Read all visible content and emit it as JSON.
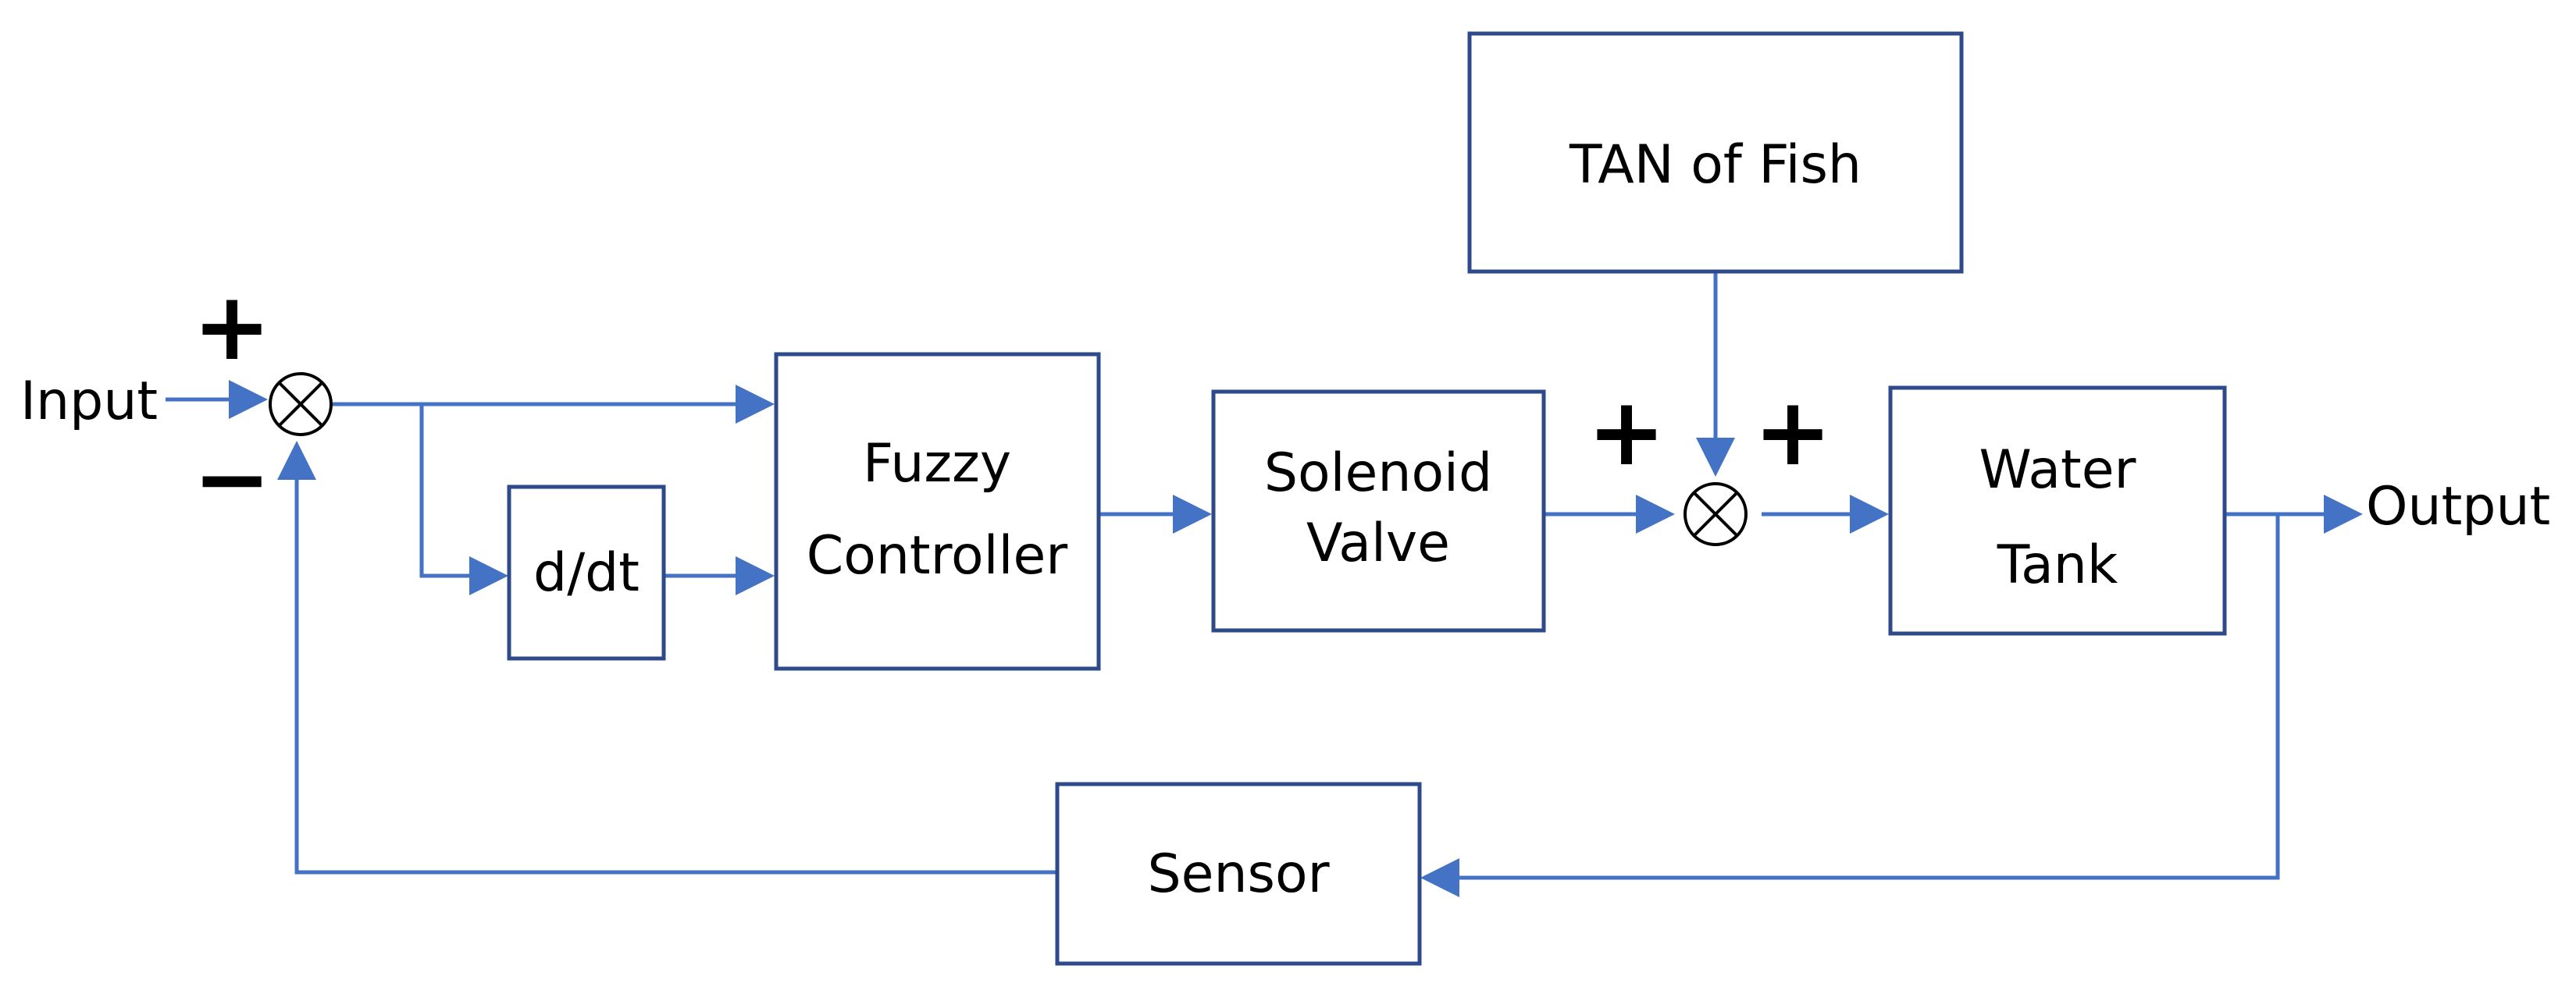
{
  "colors": {
    "wire": "#4472c4",
    "block_border": "#2e4a8a",
    "text": "#000000"
  },
  "blocks": {
    "tan_of_fish": "TAN of Fish",
    "fuzzy_controller": [
      "Fuzzy",
      "Controller"
    ],
    "derivative": "d/dt",
    "solenoid_valve": [
      "Solenoid",
      "Valve"
    ],
    "water_tank": [
      "Water",
      "Tank"
    ],
    "sensor": "Sensor"
  },
  "signals": {
    "input": "Input",
    "output": "Output"
  },
  "signs": {
    "sum1_top": "+",
    "sum1_bottom": "−",
    "sum2_left": "+",
    "sum2_right": "+"
  }
}
